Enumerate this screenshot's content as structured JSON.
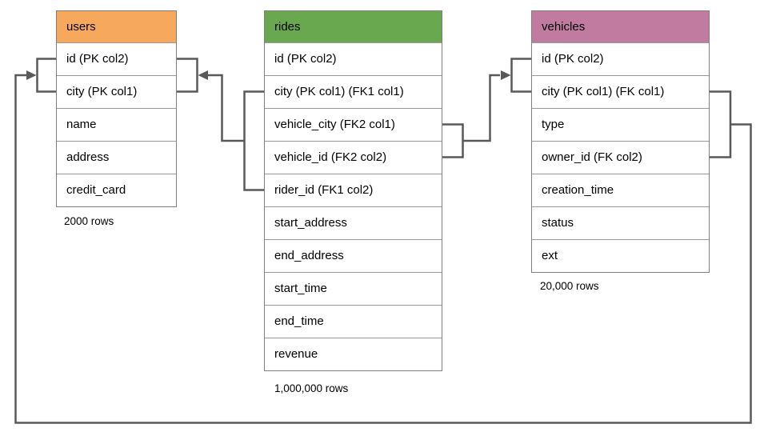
{
  "diagram": {
    "tables": [
      {
        "name": "users",
        "header_color": "#F6A85C",
        "columns": [
          "id (PK col2)",
          "city (PK col1)",
          "name",
          "address",
          "credit_card"
        ],
        "rows_label": "2000 rows"
      },
      {
        "name": "rides",
        "header_color": "#6AA84F",
        "columns": [
          "id (PK col2)",
          "city (PK col1) (FK1 col1)",
          "vehicle_city (FK2 col1)",
          "vehicle_id (FK2 col2)",
          "rider_id (FK1 col2)",
          "start_address",
          "end_address",
          "start_time",
          "end_time",
          "revenue"
        ],
        "rows_label": "1,000,000 rows"
      },
      {
        "name": "vehicles",
        "header_color": "#C27BA0",
        "columns": [
          "id (PK col2)",
          "city (PK col1) (FK col1)",
          "type",
          "owner_id (FK col2)",
          "creation_time",
          "status",
          "ext"
        ],
        "rows_label": "20,000 rows"
      }
    ],
    "relationships": [
      {
        "name": "FK1",
        "from_table": "rides",
        "from_columns": [
          "city (PK col1) (FK1 col1)",
          "rider_id (FK1 col2)"
        ],
        "to_table": "users",
        "to_columns": [
          "id (PK col2)",
          "city (PK col1)"
        ]
      },
      {
        "name": "FK2",
        "from_table": "rides",
        "from_columns": [
          "vehicle_city (FK2 col1)",
          "vehicle_id (FK2 col2)"
        ],
        "to_table": "vehicles",
        "to_columns": [
          "id (PK col2)",
          "city (PK col1) (FK col1)"
        ]
      },
      {
        "name": "FK",
        "from_table": "vehicles",
        "from_columns": [
          "city (PK col1) (FK col1)",
          "owner_id (FK col2)"
        ],
        "to_table": "users",
        "to_columns": [
          "id (PK col2)",
          "city (PK col1)"
        ]
      }
    ],
    "connector_color": "#595959"
  }
}
